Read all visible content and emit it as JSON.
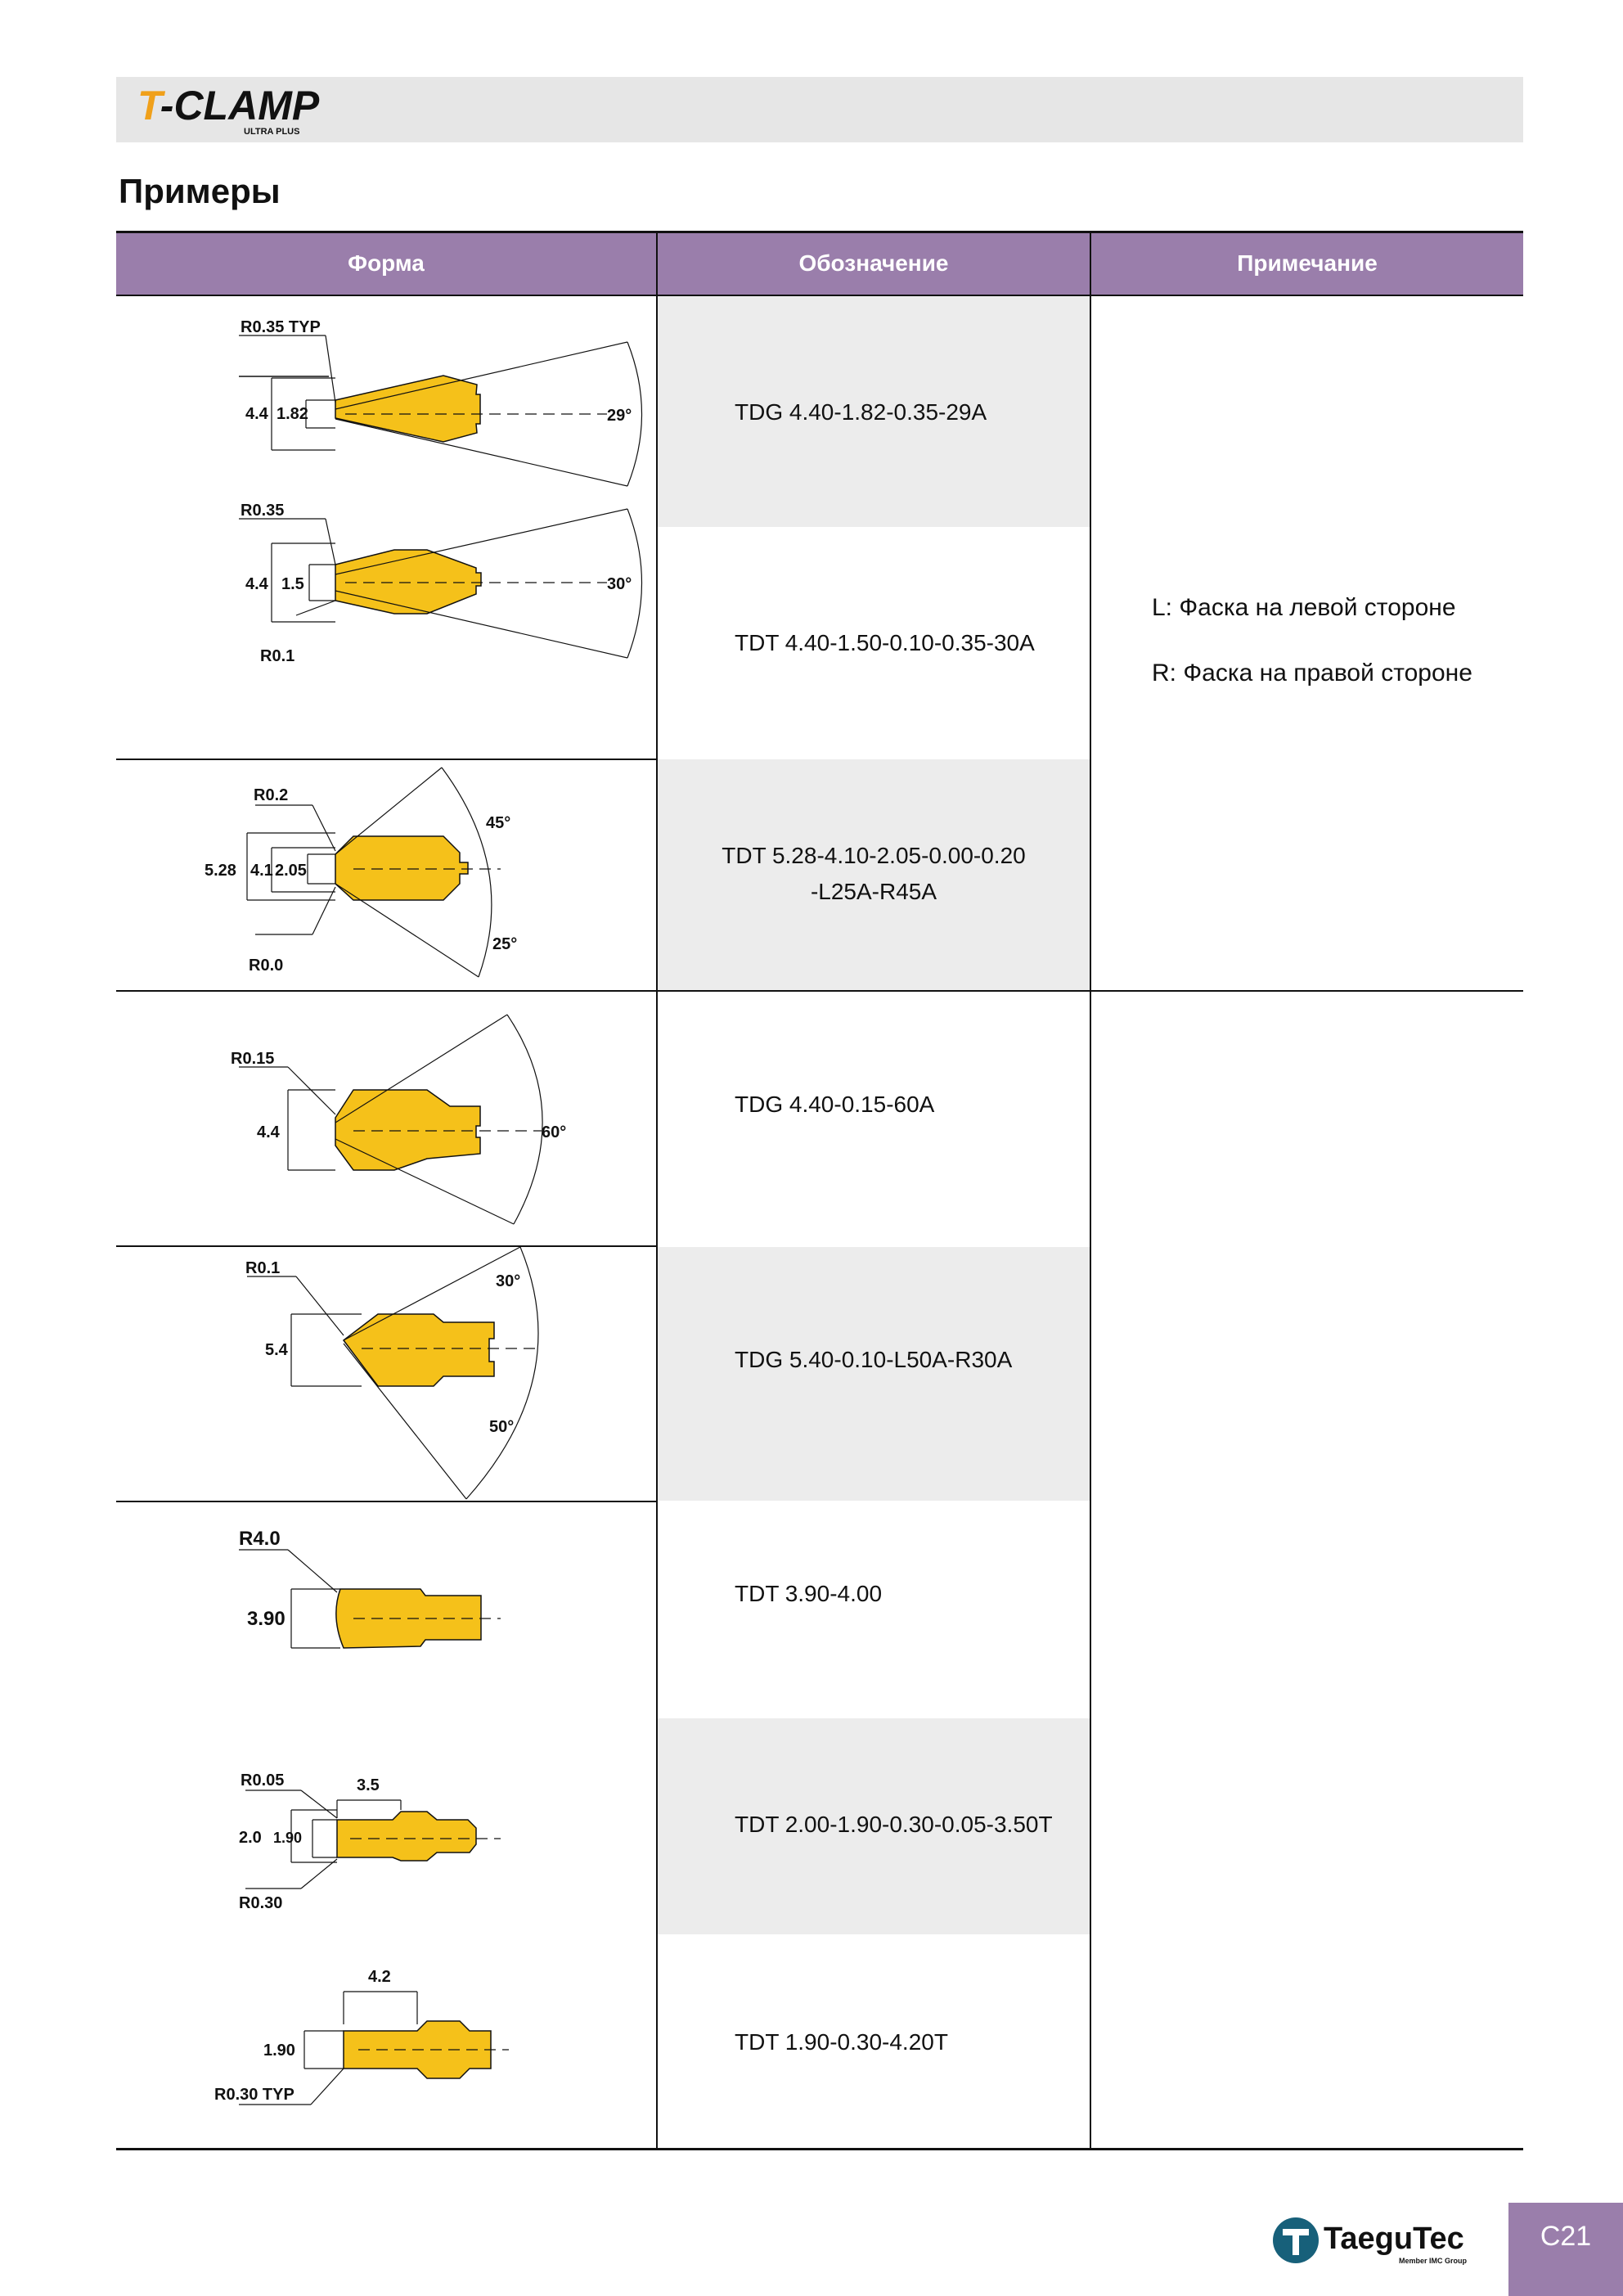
{
  "header": {
    "logo_main": "T-CLAMP",
    "logo_sub": "ULTRA PLUS"
  },
  "title": "Примеры",
  "table": {
    "columns": [
      "Форма",
      "Обозначение",
      "Примечание"
    ],
    "rows": [
      {
        "code": "TDG 4.40-1.82-0.35-29A",
        "labels": [
          "R0.35 TYP",
          "4.4",
          "1.82",
          "29°"
        ]
      },
      {
        "code": "TDT 4.40-1.50-0.10-0.35-30A",
        "labels": [
          "R0.35",
          "4.4",
          "1.5",
          "30°",
          "R0.1"
        ]
      },
      {
        "code_line1": "TDT 5.28-4.10-2.05-0.00-0.20",
        "code_line2": "-L25A-R45A",
        "labels": [
          "R0.2",
          "45°",
          "5.28",
          "4.1",
          "2.05",
          "25°",
          "R0.0"
        ]
      },
      {
        "code": "TDG 4.40-0.15-60A",
        "labels": [
          "R0.15",
          "4.4",
          "60°"
        ]
      },
      {
        "code": "TDG 5.40-0.10-L50A-R30A",
        "labels": [
          "R0.1",
          "30°",
          "5.4",
          "50°"
        ]
      },
      {
        "code": "TDT 3.90-4.00",
        "labels": [
          "R4.0",
          "3.90"
        ]
      },
      {
        "code": "TDT 2.00-1.90-0.30-0.05-3.50T",
        "labels": [
          "R0.05",
          "3.5",
          "2.0",
          "1.90",
          "R0.30"
        ]
      },
      {
        "code": "TDT 1.90-0.30-4.20T",
        "labels": [
          "4.2",
          "1.90",
          "R0.30 TYP"
        ]
      }
    ],
    "note_1": "L: Фаска на левой стороне",
    "note_2": "R: Фаска на правой стороне"
  },
  "footer": {
    "brand": "TaeguTec",
    "brand_sub": "Member IMC Group",
    "page": "C21"
  },
  "colors": {
    "header_purple": "#9a7eab",
    "insert_yellow": "#f5c11a",
    "grey_cell": "#ececec"
  }
}
